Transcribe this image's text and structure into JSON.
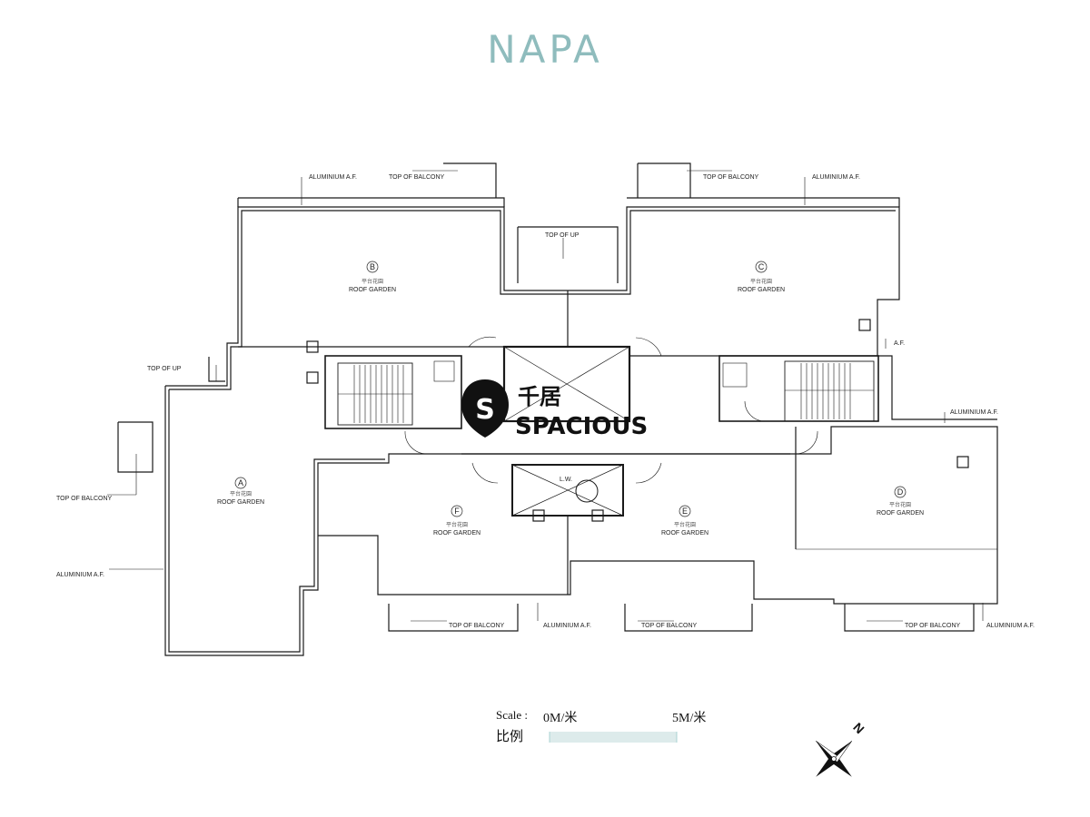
{
  "header": {
    "title": "NAPA"
  },
  "units": [
    {
      "letter": "A",
      "zh": "平台花園",
      "label": "ROOF GARDEN"
    },
    {
      "letter": "B",
      "zh": "平台花園",
      "label": "ROOF GARDEN"
    },
    {
      "letter": "C",
      "zh": "平台花園",
      "label": "ROOF GARDEN"
    },
    {
      "letter": "D",
      "zh": "平台花園",
      "label": "ROOF GARDEN"
    },
    {
      "letter": "E",
      "zh": "平台花園",
      "label": "ROOF GARDEN"
    },
    {
      "letter": "F",
      "zh": "平台花園",
      "label": "ROOF GARDEN"
    }
  ],
  "annotations": {
    "aluminium": "ALUMINIUM A.F.",
    "top_of_balcony": "TOP OF BALCONY",
    "top_of_up": "TOP OF UP",
    "af": "A.F.",
    "lw": "L.W."
  },
  "scale": {
    "label": "Scale :",
    "zh_label": "比例",
    "start": "0M/米",
    "end": "5M/米"
  },
  "compass": {
    "north": "N"
  },
  "watermark": {
    "zh": "千居",
    "en": "SPACIOUS",
    "mark": "S"
  },
  "colors": {
    "title": "#8fbcbd",
    "line": "#1a1a1a",
    "faint": "#d4d8d8",
    "scale_bar": "#cfe3e3"
  }
}
